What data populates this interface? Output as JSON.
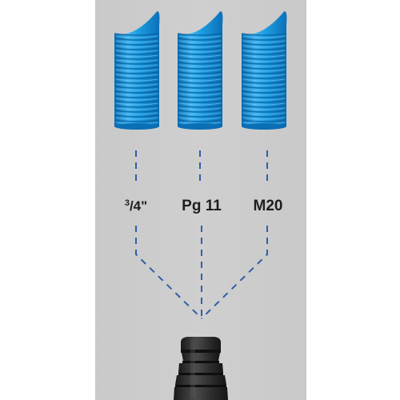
{
  "labels": {
    "left": "3/4\"",
    "middle": "Pg 11",
    "right": "M20"
  },
  "colors": {
    "conduit_blue": "#1b9be0",
    "conduit_blue_dark": "#0a6fb5",
    "conduit_blue_light": "#5cc4f5",
    "dash_line": "#2f5fa8",
    "panel_gray": "#cccccc",
    "fitting_dark": "#2b2b2b"
  },
  "icons": {
    "conduit": "corrugated-conduit-icon",
    "fitting": "cable-gland-fitting-icon"
  }
}
